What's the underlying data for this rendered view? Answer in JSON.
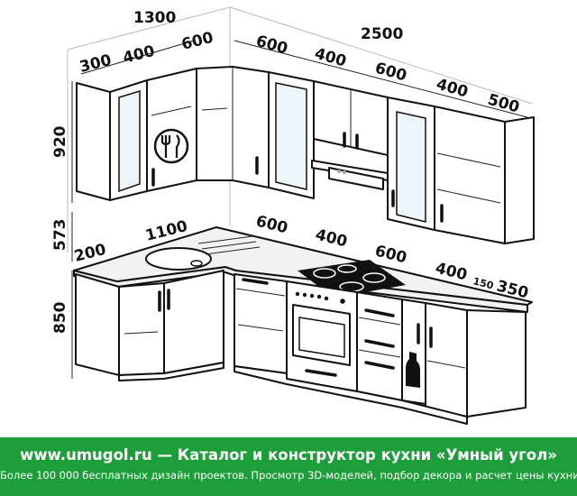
{
  "dimensions": {
    "total_left": "1300",
    "total_right": "2500",
    "upper_left": [
      "300",
      "400",
      "600"
    ],
    "upper_right": [
      "600",
      "400",
      "600",
      "400",
      "500"
    ],
    "heights": [
      "920",
      "573",
      "850"
    ],
    "lower_left": [
      "200",
      "1100"
    ],
    "lower_right": [
      "600",
      "400",
      "600",
      "400",
      "150",
      "350"
    ]
  },
  "banner": {
    "title": "www.umugol.ru — Каталог и конструктор кухни «Умный угол»",
    "subtitle": "Более 100 000 бесплатных дизайн проектов. Просмотр 3D-моделей, подбор декора и расчет цены кухни"
  }
}
